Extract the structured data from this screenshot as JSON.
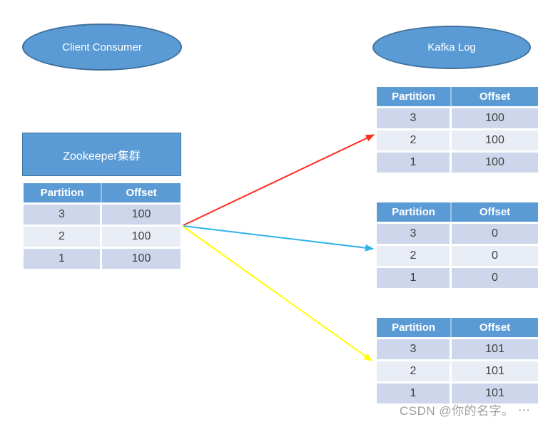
{
  "nodes": {
    "client_consumer": "Client Consumer",
    "kafka_log": "Kafka Log",
    "zookeeper": "Zookeeper集群"
  },
  "table_headers": {
    "partition": "Partition",
    "offset": "Offset"
  },
  "tables": {
    "zookeeper": {
      "rows": [
        [
          "3",
          "100"
        ],
        [
          "2",
          "100"
        ],
        [
          "1",
          "100"
        ]
      ]
    },
    "kafka_1": {
      "rows": [
        [
          "3",
          "100"
        ],
        [
          "2",
          "100"
        ],
        [
          "1",
          "100"
        ]
      ]
    },
    "kafka_2": {
      "rows": [
        [
          "3",
          "0"
        ],
        [
          "2",
          "0"
        ],
        [
          "1",
          "0"
        ]
      ]
    },
    "kafka_3": {
      "rows": [
        [
          "3",
          "101"
        ],
        [
          "2",
          "101"
        ],
        [
          "1",
          "101"
        ]
      ]
    }
  },
  "arrows": [
    {
      "name": "arrow-to-kafka-table-1",
      "color": "#ff2d1f"
    },
    {
      "name": "arrow-to-kafka-table-2",
      "color": "#2fb4e9"
    },
    {
      "name": "arrow-to-kafka-table-3",
      "color": "#ffff00"
    }
  ],
  "watermark": {
    "text": "CSDN @你的名字。 ⋯"
  },
  "colors": {
    "accent_blue": "#5b9bd5",
    "shape_border": "#41719c",
    "band_dark": "#cdd6ea",
    "band_light": "#e9edf6",
    "header_text": "#ffffff",
    "cell_text": "#3f3f3f",
    "watermark_gray": "#8c8c8c"
  }
}
